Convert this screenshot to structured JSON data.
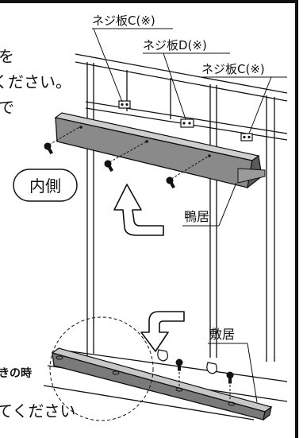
{
  "labels": {
    "plate_c_top": "ネジ板C(※)",
    "plate_d": "ネジ板D(※)",
    "plate_c_right": "ネジ板C(※)",
    "inside": "内側",
    "kamoi": "鴨居",
    "shikii": "敷居"
  },
  "cut_text": {
    "line1": "を",
    "line2": "ください。",
    "line3": "で",
    "line4": "きの時",
    "line5": "てください"
  },
  "colors": {
    "ink": "#111111",
    "rail": "#8a8a8a",
    "rail_dark": "#5a5a5a",
    "arrow_fill": "#ffffff"
  }
}
